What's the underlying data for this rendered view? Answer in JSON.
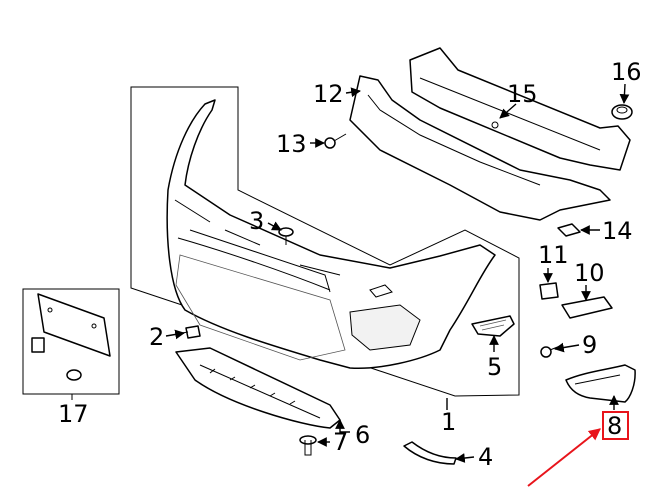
{
  "diagram": {
    "callouts": {
      "c1": "1",
      "c2": "2",
      "c3": "3",
      "c4": "4",
      "c5": "5",
      "c6": "6",
      "c7": "7",
      "c8": "8",
      "c9": "9",
      "c10": "10",
      "c11": "11",
      "c12": "12",
      "c13": "13",
      "c14": "14",
      "c15": "15",
      "c16": "16",
      "c17": "17"
    },
    "highlighted_callout": "8",
    "colors": {
      "line": "#000000",
      "highlight": "#e8141b",
      "background": "#ffffff"
    }
  }
}
